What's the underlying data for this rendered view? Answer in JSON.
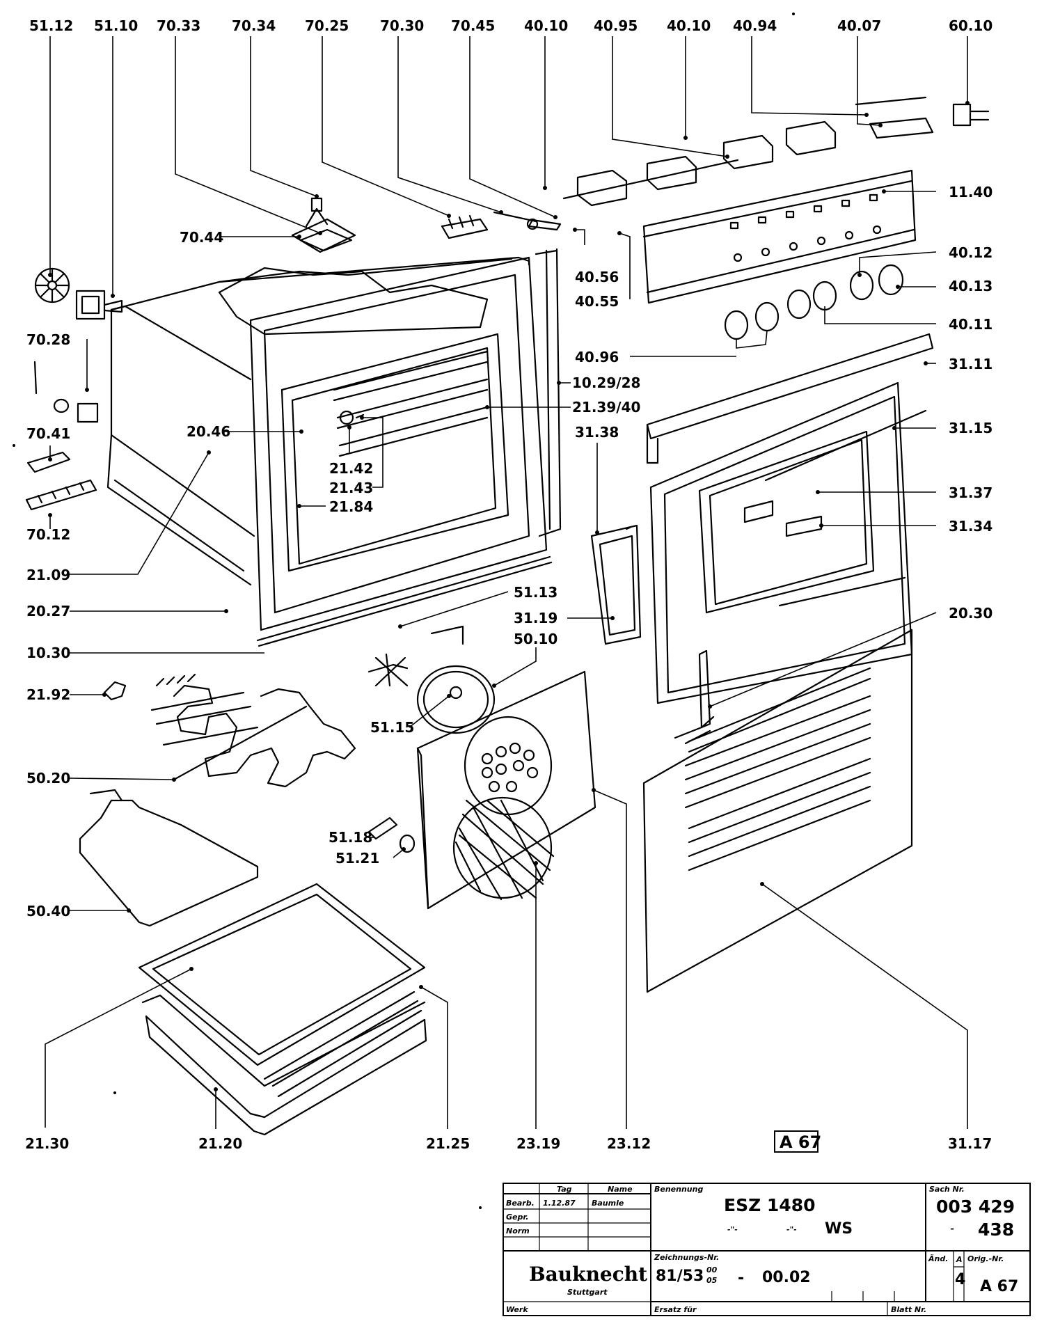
{
  "callouts": [
    "51.12",
    "51.10",
    "70.33",
    "70.34",
    "70.25",
    "70.30",
    "70.45",
    "40.10",
    "40.95",
    "40.10",
    "40.94",
    "40.07",
    "60.10",
    "70.44",
    "11.40",
    "40.56",
    "40.55",
    "40.12",
    "40.13",
    "40.11",
    "40.96",
    "70.28",
    "70.41",
    "70.12",
    "20.46",
    "21.42",
    "21.43",
    "21.84",
    "10.29/28",
    "21.39/40",
    "31.11",
    "31.15",
    "31.38",
    "31.37",
    "31.34",
    "21.09",
    "20.27",
    "10.30",
    "51.13",
    "31.19",
    "50.10",
    "20.30",
    "21.92",
    "51.15",
    "50.20",
    "51.18",
    "51.21",
    "50.40",
    "21.30",
    "21.20",
    "21.25",
    "23.19",
    "23.12",
    "31.17"
  ],
  "diagram_code": "A 67",
  "title_block": {
    "hdr_tag": "Tag",
    "hdr_name": "Name",
    "row_bearb": "Bearb.",
    "bearb_date": "1.12.87",
    "bearb_name": "Baumle",
    "row_gepr": "Gepr.",
    "row_norm": "Norm",
    "benennung_label": "Benennung",
    "model": "ESZ  1480",
    "variant_a": "-\"-",
    "variant_b": "-\"-",
    "variant_ws": "WS",
    "sach_label": "Sach Nr.",
    "sach_1": "003 429",
    "sach_ditto": "\"",
    "sach_2": "438",
    "zeich_label": "Zeichnungs-Nr.",
    "zeich_main": "81/53",
    "zeich_sup": "00",
    "zeich_sub": "05",
    "zeich_dash": "-",
    "zeich_rev": "00.02",
    "amd_label": "Änd.",
    "amd_1": "A",
    "amd_2": "4",
    "orig_label": "Orig.-Nr.",
    "orig": "A 67",
    "brand": "Bauknecht",
    "city": "Stuttgart",
    "werk": "Werk",
    "ersatz": "Ersatz für",
    "blatt": "Blatt Nr."
  }
}
